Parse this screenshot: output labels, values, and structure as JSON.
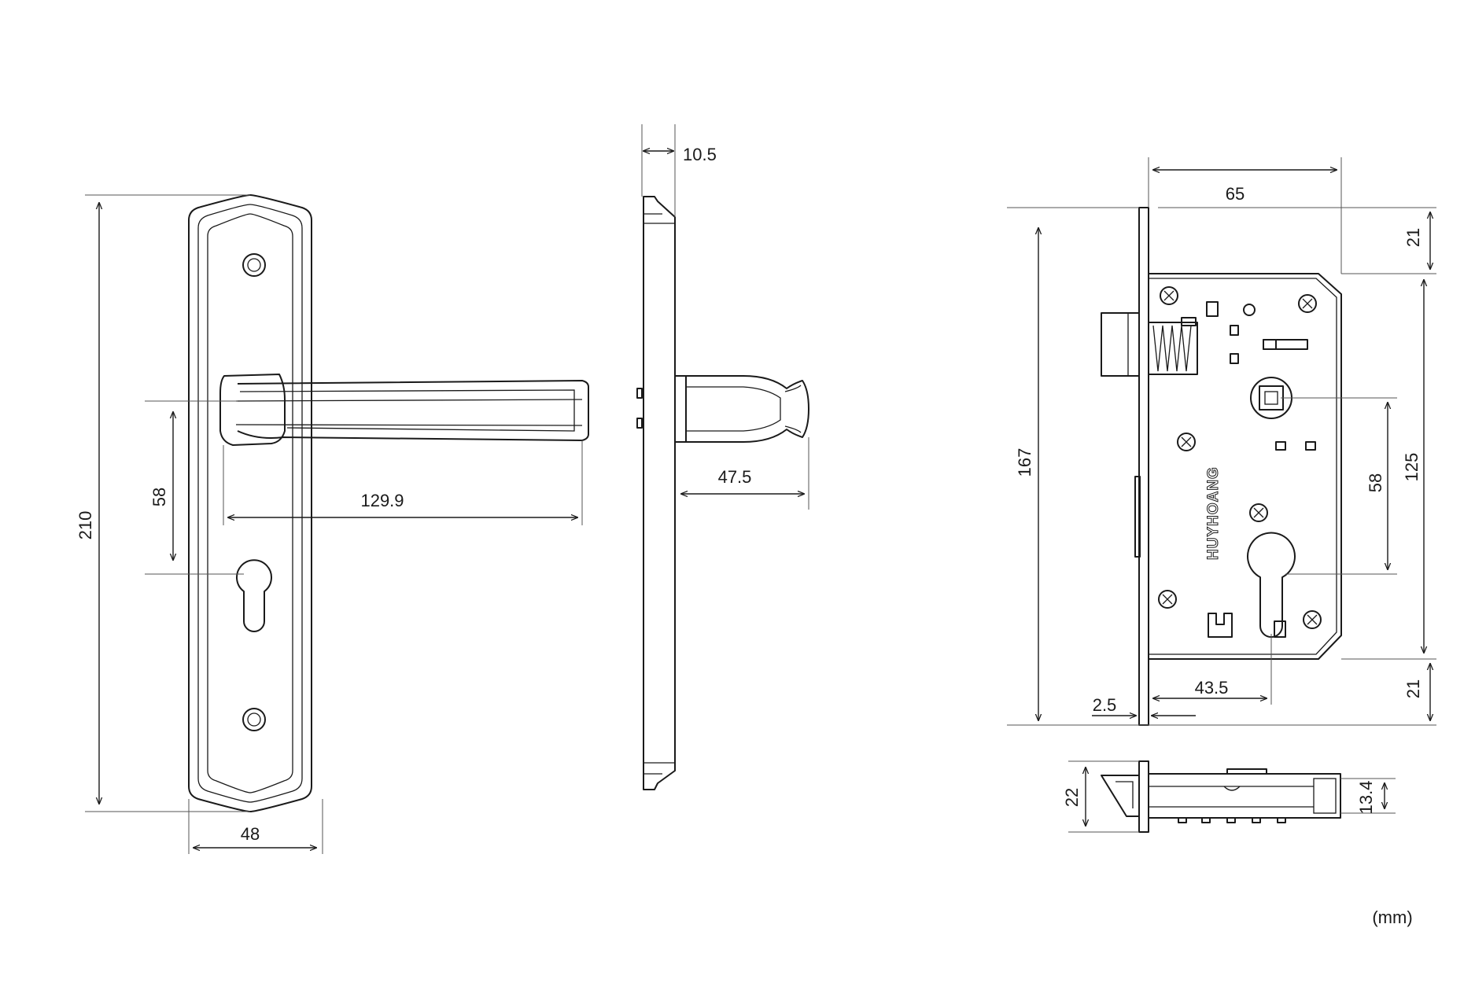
{
  "dimensions": {
    "plate_height": "210",
    "handle_to_key_spacing": "58",
    "handle_length": "129.9",
    "plate_width": "48",
    "plate_thickness": "10.5",
    "handle_projection": "47.5",
    "backset": "65",
    "top_offset": "21",
    "case_height": "167",
    "lock_spacing": "58",
    "case_body_height": "125",
    "bottom_offset": "21",
    "key_backset": "43.5",
    "faceplate_thickness": "2.5",
    "latch_height": "22",
    "case_depth": "13.4"
  },
  "brand_text": "HUYHOANG",
  "unit_label": "(mm)"
}
